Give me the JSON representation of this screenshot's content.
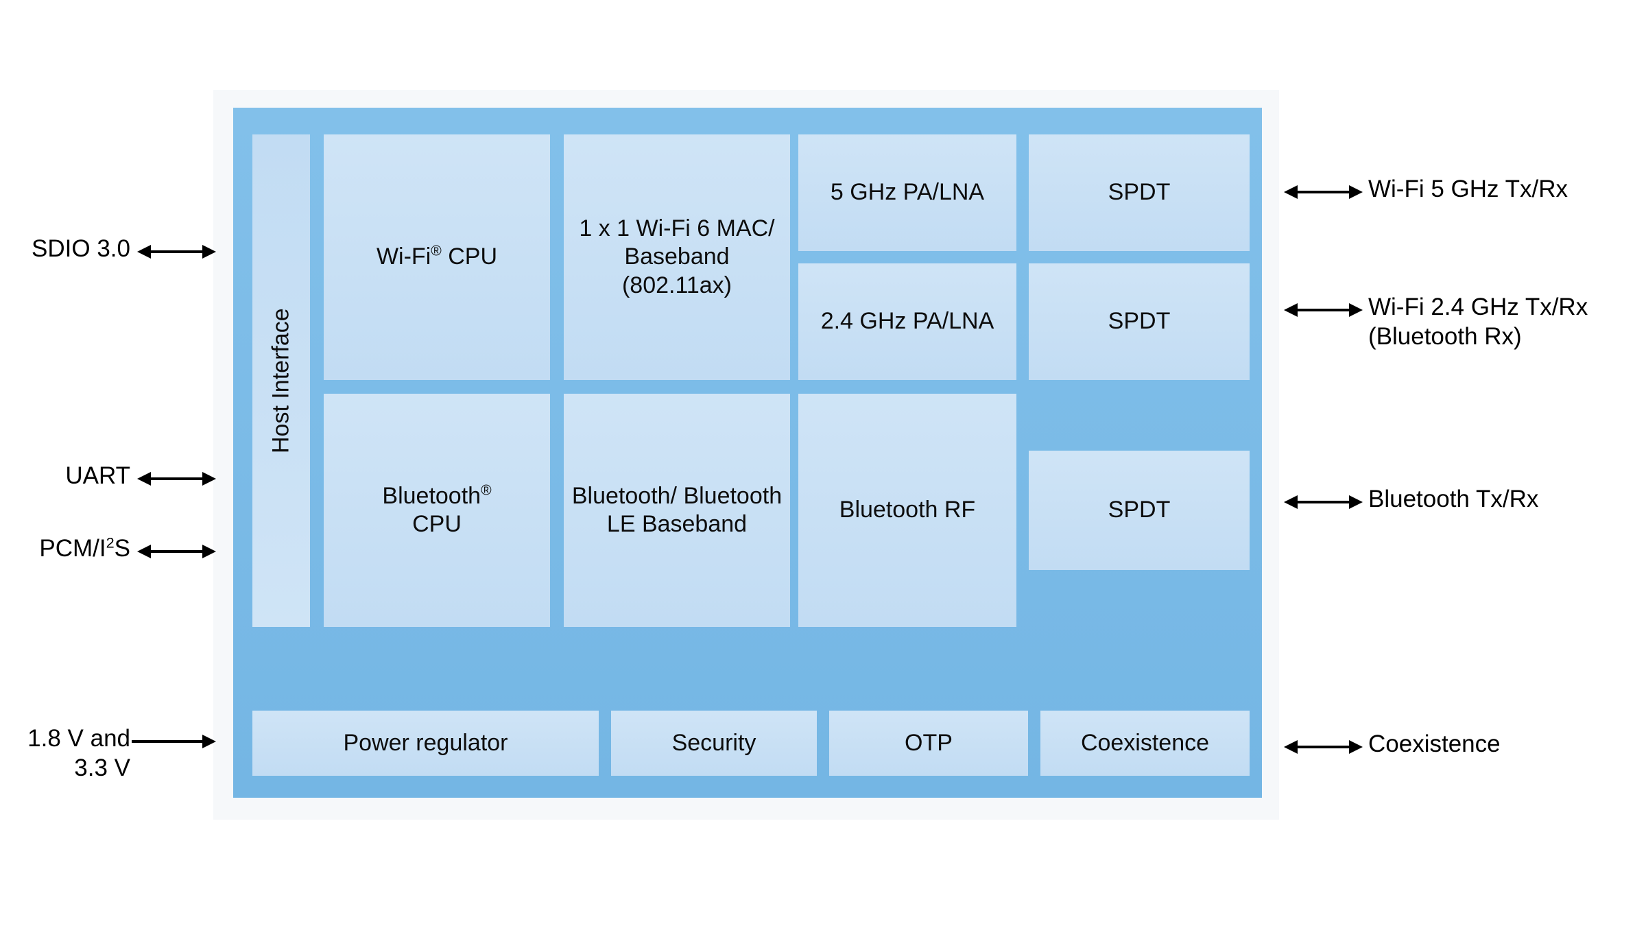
{
  "diagram": {
    "title": "Wi-Fi 6 / Bluetooth combo SoC block diagram",
    "colors": {
      "chip_fill": "#7abce8",
      "block_fill": "#c9e0f5",
      "outer_frame": "#f6f8fa",
      "arrow": "#000000",
      "text": "#000000"
    }
  },
  "blocks": {
    "host_interface": "Host Interface",
    "wifi_cpu": "Wi-Fi® CPU",
    "wifi_mac_baseband": "1 x 1\nWi-Fi 6 MAC/\nBaseband\n(802.11ax)",
    "pa_lna_5ghz": "5 GHz\nPA/LNA",
    "pa_lna_24ghz": "2.4 GHz\nPA/LNA",
    "spdt_5ghz": "SPDT",
    "spdt_24ghz": "SPDT",
    "bluetooth_cpu": "Bluetooth® CPU",
    "bluetooth_baseband": "Bluetooth/\nBluetooth LE\nBaseband",
    "bluetooth_rf": "Bluetooth RF",
    "spdt_bluetooth": "SPDT",
    "power_regulator": "Power regulator",
    "security": "Security",
    "otp": "OTP",
    "coexistence": "Coexistence"
  },
  "left_labels": {
    "sdio": "SDIO 3.0",
    "uart": "UART",
    "pcm_i2s": "PCM/I²S",
    "supply": "1.8 V and\n3.3 V"
  },
  "right_labels": {
    "wifi_5ghz": "Wi-Fi 5 GHz Tx/Rx",
    "wifi_24ghz": "Wi-Fi 2.4 GHz Tx/Rx\n(Bluetooth Rx)",
    "bluetooth": "Bluetooth Tx/Rx",
    "coexistence": "Coexistence"
  },
  "arrows": {
    "sdio": "double",
    "uart": "double",
    "pcm_i2s": "double",
    "supply": "single-right",
    "wifi_5ghz": "double",
    "wifi_24ghz": "double",
    "bluetooth": "double",
    "coexistence": "double"
  }
}
